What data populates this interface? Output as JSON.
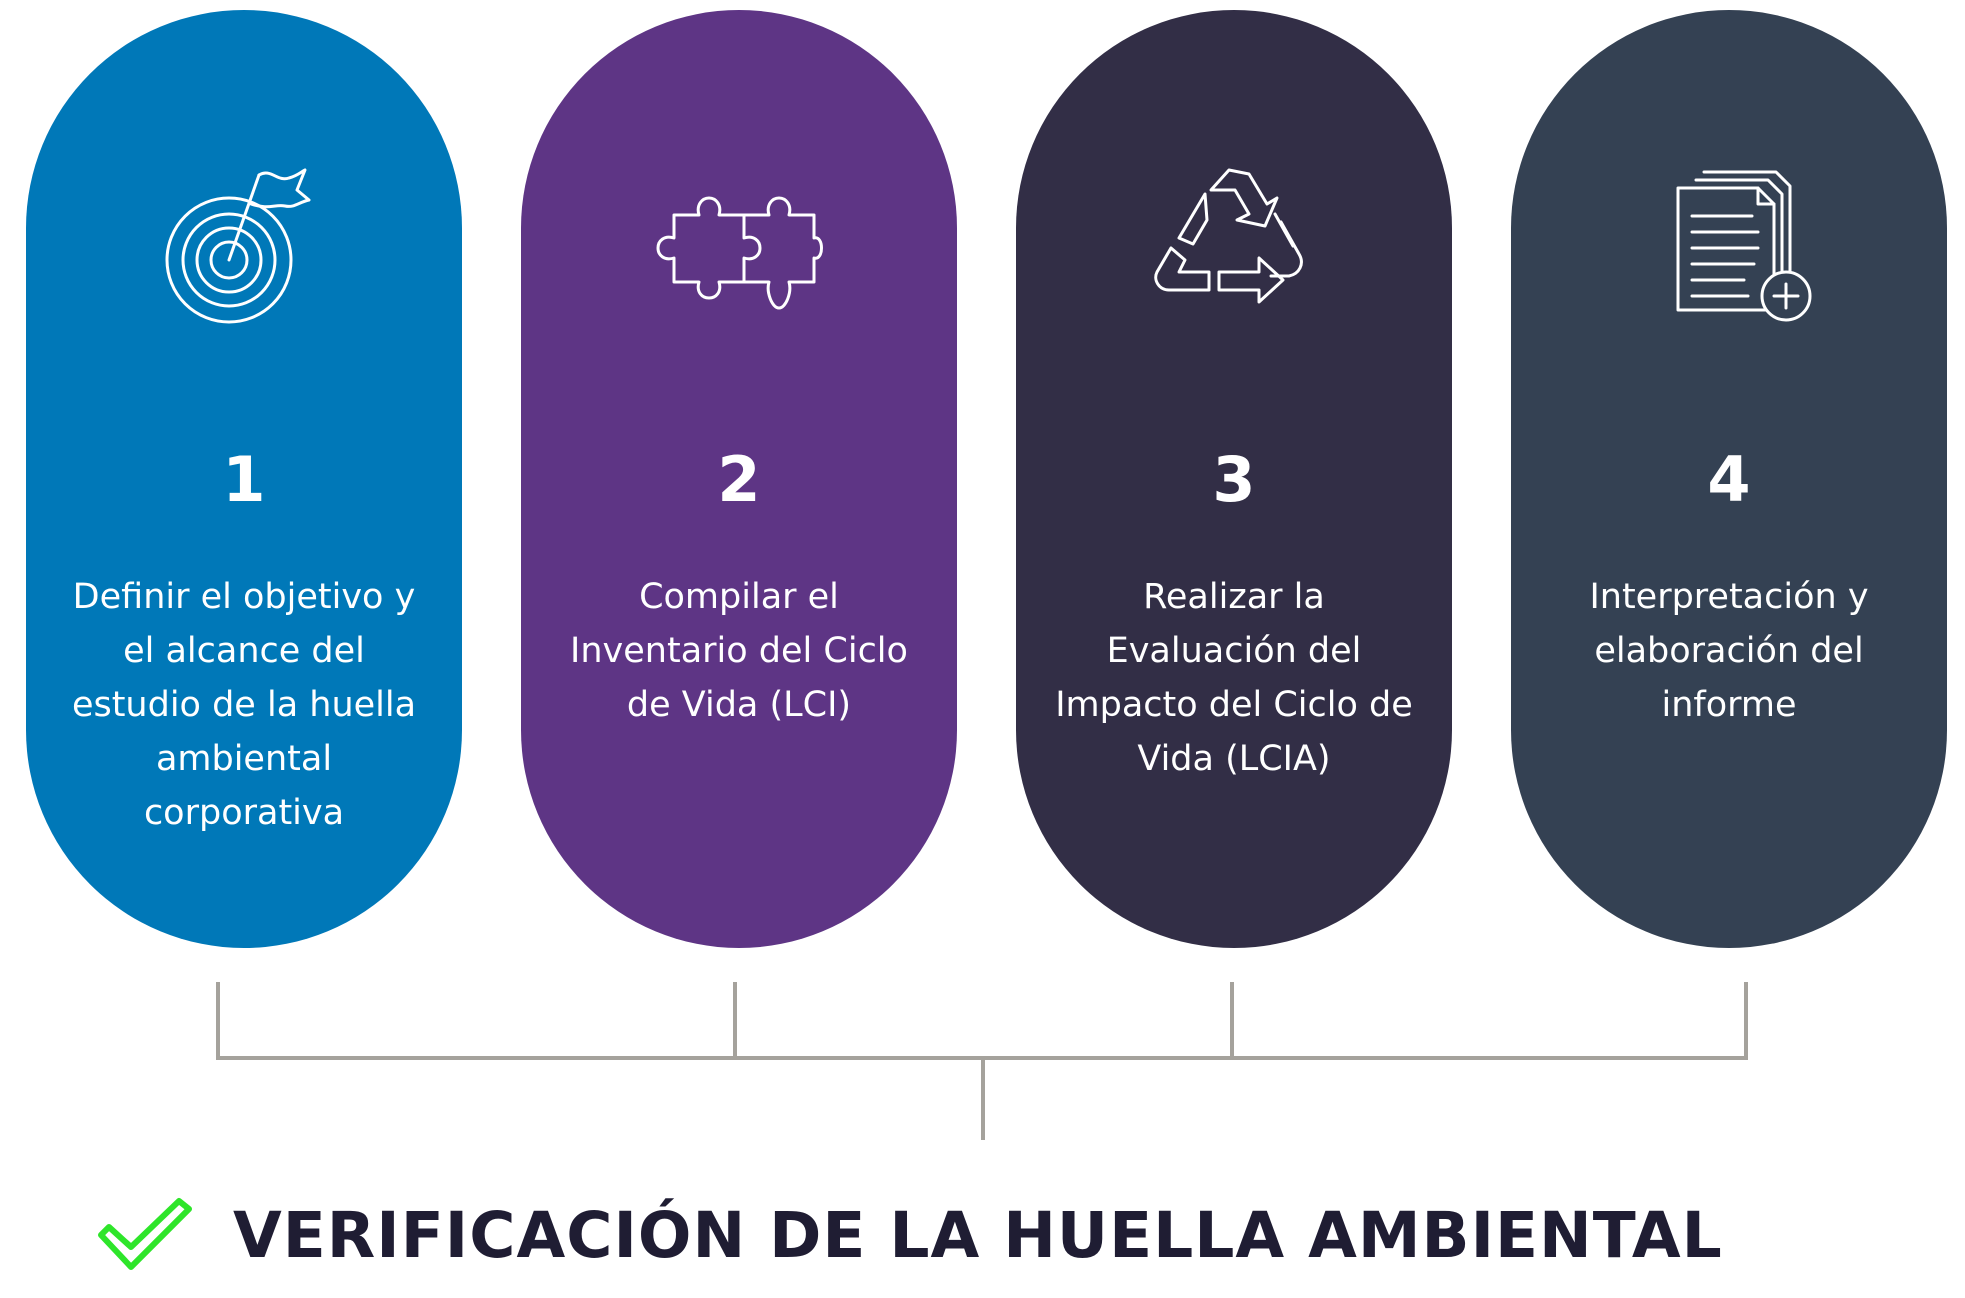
{
  "steps": [
    {
      "number": "1",
      "text": "Definir el objetivo y el alcance del estudio de la huella ambiental corporativa",
      "color": "#0078B8",
      "icon": "target-flag-icon"
    },
    {
      "number": "2",
      "text": "Compilar el Inventario del Ciclo de Vida (LCI)",
      "color": "#5E3585",
      "icon": "puzzle-icon"
    },
    {
      "number": "3",
      "text": "Realizar la Evaluación del Impacto del Ciclo de Vida (LCIA)",
      "color": "#322E46",
      "icon": "recycle-icon"
    },
    {
      "number": "4",
      "text": "Interpretación y elaboración del informe",
      "color": "#344153",
      "icon": "document-add-icon"
    }
  ],
  "footer": {
    "title": "VERIFICACIÓN DE LA HUELLA AMBIENTAL",
    "check_color": "#2EE52A",
    "title_color": "#1F1D33"
  },
  "connector_color": "#A5A29C"
}
